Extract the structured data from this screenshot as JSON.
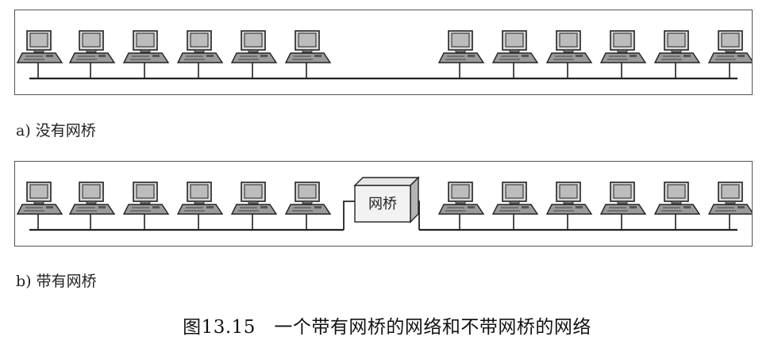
{
  "panel_a": {
    "caption": "a) 没有网桥",
    "left_computers": 6,
    "right_computers": 6
  },
  "panel_b": {
    "caption": "b) 带有网桥",
    "left_computers": 6,
    "right_computers": 6,
    "bridge_label": "网桥"
  },
  "figure_title": "图13.15　一个带有网桥的网络和不带网桥的网络",
  "icons": {
    "computer": "computer-icon",
    "bridge": "bridge-box"
  },
  "colors": {
    "line": "#222222",
    "screen": "#bcbcbc",
    "case": "#9a9a9a"
  }
}
